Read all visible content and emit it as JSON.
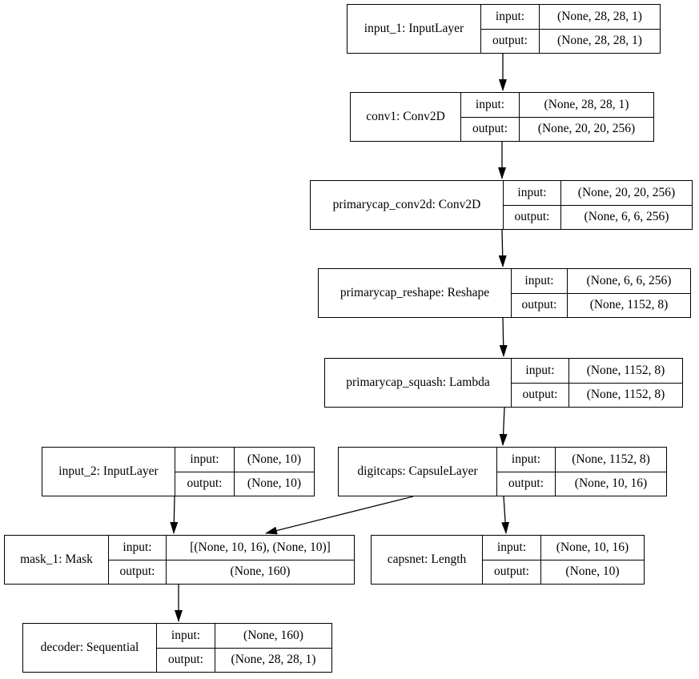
{
  "diagram": {
    "background_color": "#ffffff",
    "line_color": "#000000",
    "nodes": [
      {
        "id": "input_1",
        "name": "input_1: InputLayer",
        "input_label": "input:",
        "output_label": "output:",
        "input_shape": "(None, 28, 28, 1)",
        "output_shape": "(None, 28, 28, 1)"
      },
      {
        "id": "conv1",
        "name": "conv1: Conv2D",
        "input_label": "input:",
        "output_label": "output:",
        "input_shape": "(None, 28, 28, 1)",
        "output_shape": "(None, 20, 20, 256)"
      },
      {
        "id": "primarycap_conv2d",
        "name": "primarycap_conv2d: Conv2D",
        "input_label": "input:",
        "output_label": "output:",
        "input_shape": "(None, 20, 20, 256)",
        "output_shape": "(None, 6, 6, 256)"
      },
      {
        "id": "primarycap_reshape",
        "name": "primarycap_reshape: Reshape",
        "input_label": "input:",
        "output_label": "output:",
        "input_shape": "(None, 6, 6, 256)",
        "output_shape": "(None, 1152, 8)"
      },
      {
        "id": "primarycap_squash",
        "name": "primarycap_squash: Lambda",
        "input_label": "input:",
        "output_label": "output:",
        "input_shape": "(None, 1152, 8)",
        "output_shape": "(None, 1152, 8)"
      },
      {
        "id": "input_2",
        "name": "input_2: InputLayer",
        "input_label": "input:",
        "output_label": "output:",
        "input_shape": "(None, 10)",
        "output_shape": "(None, 10)"
      },
      {
        "id": "digitcaps",
        "name": "digitcaps: CapsuleLayer",
        "input_label": "input:",
        "output_label": "output:",
        "input_shape": "(None, 1152, 8)",
        "output_shape": "(None, 10, 16)"
      },
      {
        "id": "mask_1",
        "name": "mask_1: Mask",
        "input_label": "input:",
        "output_label": "output:",
        "input_shape": "[(None, 10, 16), (None, 10)]",
        "output_shape": "(None, 160)"
      },
      {
        "id": "capsnet",
        "name": "capsnet: Length",
        "input_label": "input:",
        "output_label": "output:",
        "input_shape": "(None, 10, 16)",
        "output_shape": "(None, 10)"
      },
      {
        "id": "decoder",
        "name": "decoder: Sequential",
        "input_label": "input:",
        "output_label": "output:",
        "input_shape": "(None, 160)",
        "output_shape": "(None, 28, 28, 1)"
      }
    ],
    "edges": [
      {
        "from": "input_1",
        "to": "conv1"
      },
      {
        "from": "conv1",
        "to": "primarycap_conv2d"
      },
      {
        "from": "primarycap_conv2d",
        "to": "primarycap_reshape"
      },
      {
        "from": "primarycap_reshape",
        "to": "primarycap_squash"
      },
      {
        "from": "primarycap_squash",
        "to": "digitcaps"
      },
      {
        "from": "input_2",
        "to": "mask_1"
      },
      {
        "from": "digitcaps",
        "to": "mask_1"
      },
      {
        "from": "digitcaps",
        "to": "capsnet"
      },
      {
        "from": "mask_1",
        "to": "decoder"
      }
    ]
  }
}
